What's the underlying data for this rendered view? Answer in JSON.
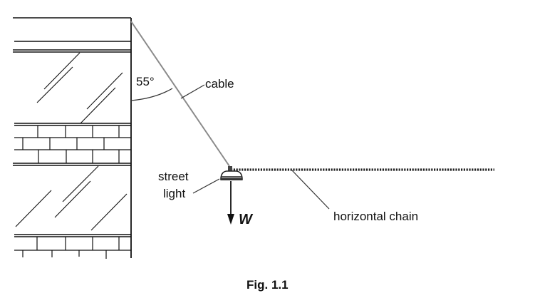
{
  "figure": {
    "caption": "Fig. 1.1",
    "angle_label": "55°",
    "angle_degrees": 55,
    "labels": {
      "cable": "cable",
      "street_light_line1": "street",
      "street_light_line2": "light",
      "weight": "W",
      "chain": "horizontal chain"
    },
    "colors": {
      "ink": "#111111",
      "cable": "#8a8a8a",
      "background": "#ffffff"
    }
  }
}
